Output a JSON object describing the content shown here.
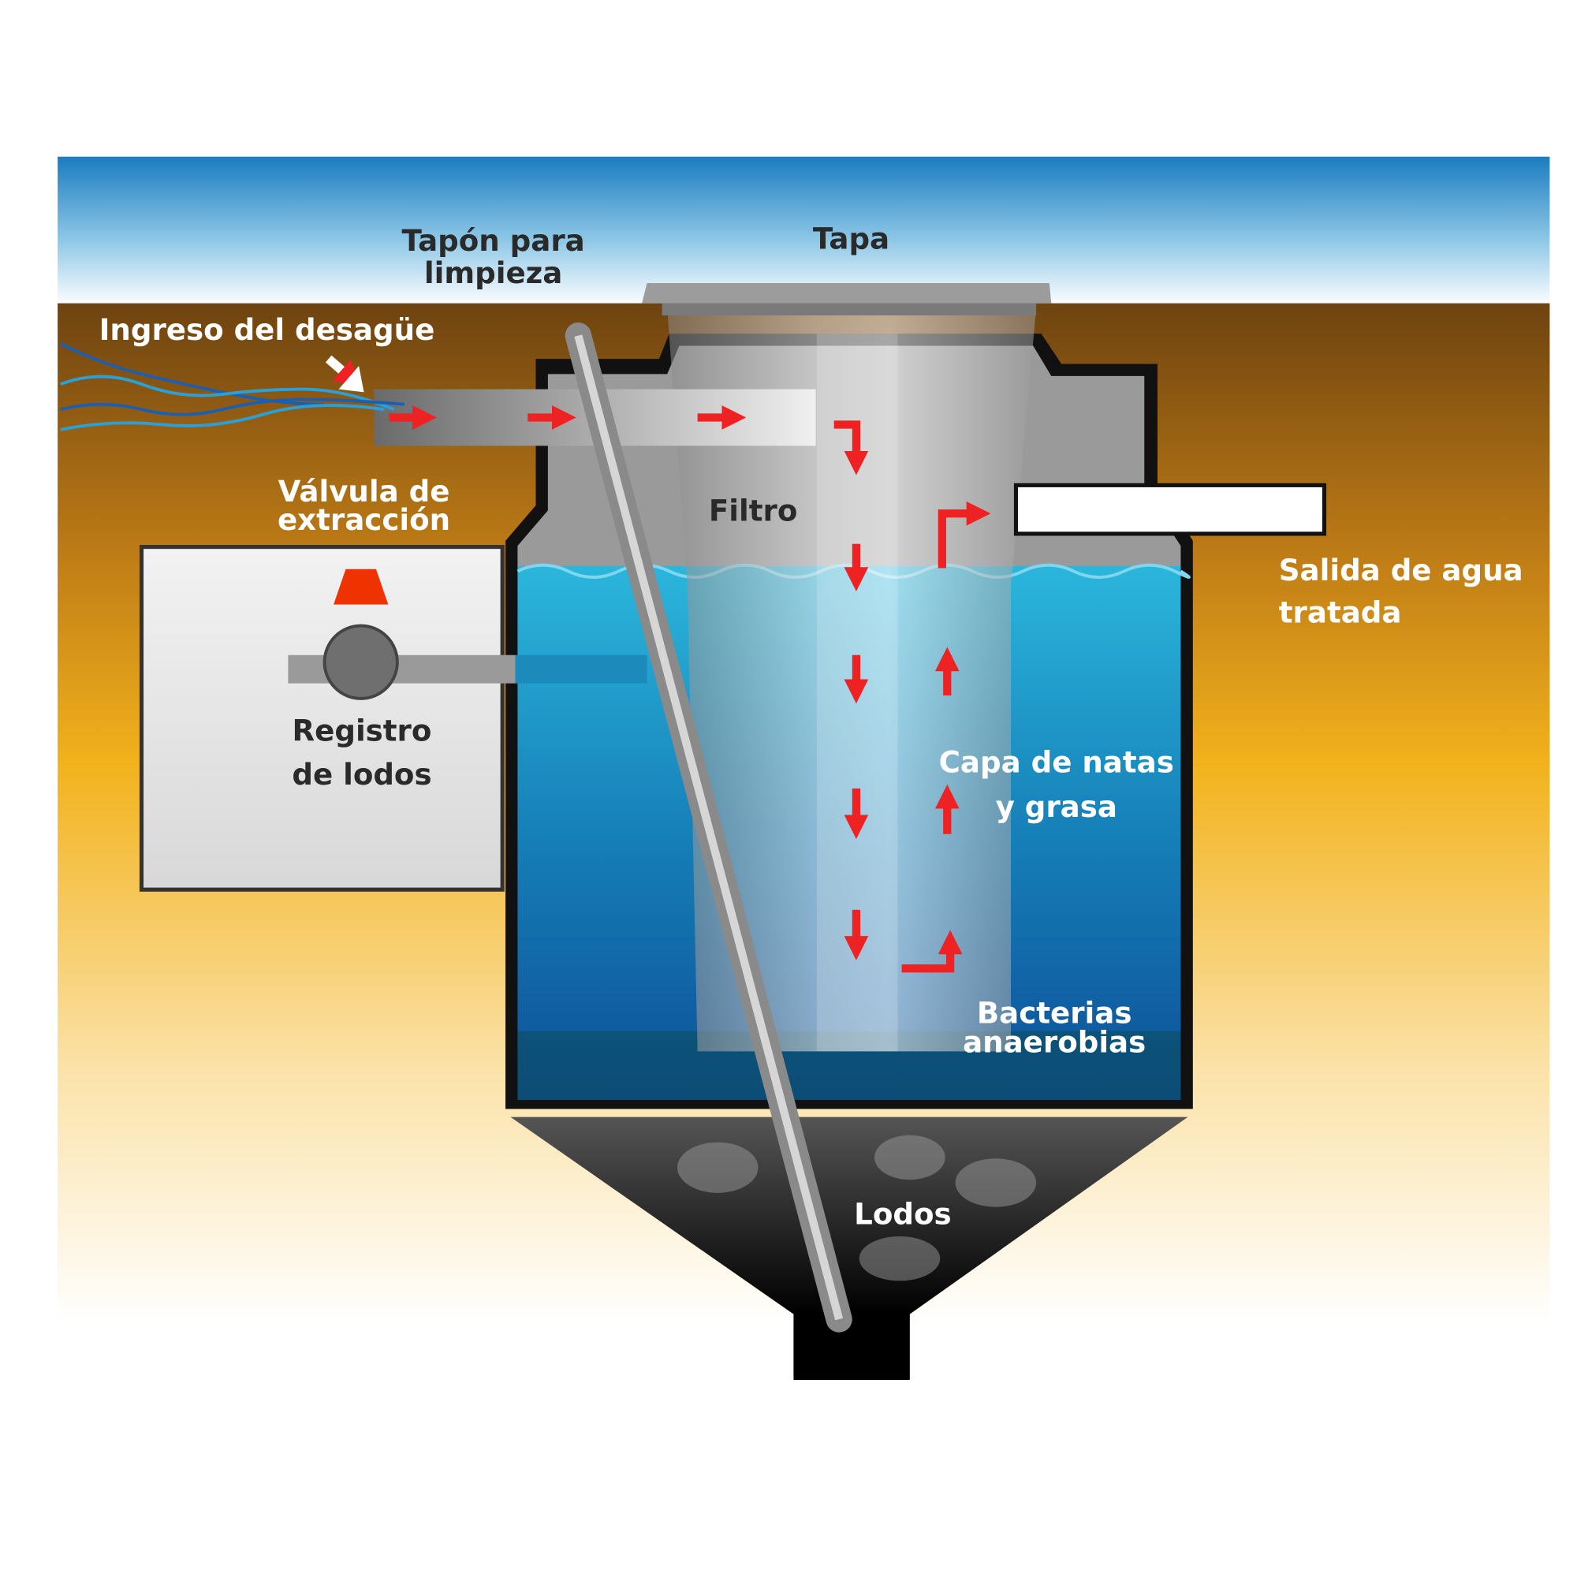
{
  "title": "Biodigestor",
  "labels": {
    "cleaning_plug": [
      "Tapón para",
      "limpieza"
    ],
    "lid": "Tapa",
    "inlet": "Ingreso del desagüe",
    "valve": [
      "Válvula de",
      "extracción"
    ],
    "filter": "Filtro",
    "outlet": [
      "Salida de agua",
      "tratada"
    ],
    "sludge_register": [
      "Registro",
      "de lodos"
    ],
    "scum_layer": [
      "Capa de natas",
      "y grasa"
    ],
    "bacteria": [
      "Bacterias",
      "anaerobias"
    ],
    "sludge": "Lodos"
  },
  "colors": {
    "sky": "#1a7cc0",
    "soil_top": "#6e4310",
    "soil_mid": "#f2b21c",
    "water": "#1590c0",
    "arrow": "#ee2222",
    "valve_cap": "#ee3300"
  }
}
